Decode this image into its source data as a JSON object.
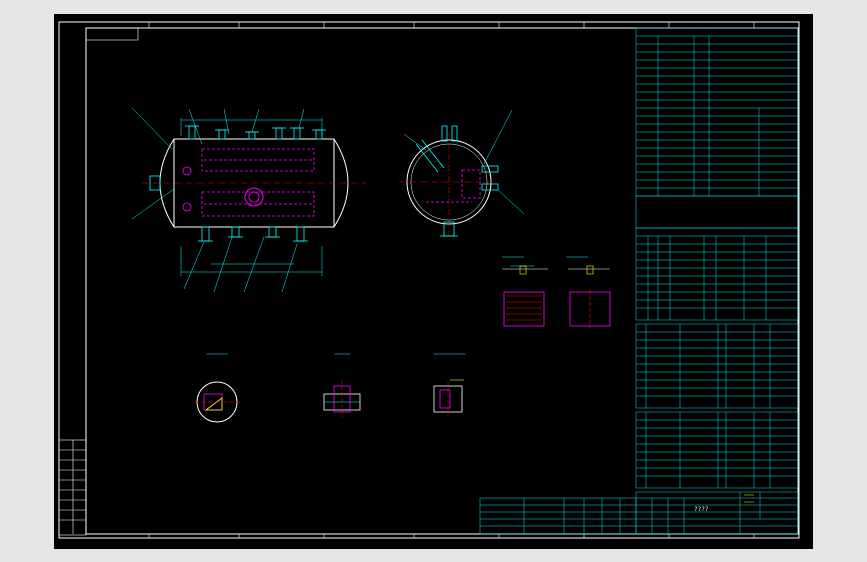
{
  "viewport": {
    "background": "#000000",
    "page_background": "#e6e6e6"
  },
  "colors": {
    "border": "#ffffff",
    "table_line": "#00e6e6",
    "text": "#00ff00",
    "vessel_outline": "#ffffff",
    "internal_parts": "#ff00ff",
    "nozzle": "#00ffff",
    "centerline": "#ff0000",
    "accent": "#ffff00"
  },
  "drawing": {
    "views": [
      {
        "id": "main-view",
        "icon": "vessel-elevation-icon"
      },
      {
        "id": "side-view",
        "icon": "vessel-end-view-icon"
      },
      {
        "id": "detail-a",
        "icon": "nozzle-detail-icon"
      },
      {
        "id": "detail-b",
        "icon": "flange-detail-icon"
      },
      {
        "id": "detail-c",
        "icon": "weld-detail-icon"
      },
      {
        "id": "detail-d",
        "icon": "support-detail-icon"
      },
      {
        "id": "detail-e",
        "icon": "support-detail-icon"
      },
      {
        "id": "detail-f",
        "icon": "weld-detail-icon"
      }
    ],
    "title_block": {
      "icon": "title-block-icon",
      "label": "????"
    }
  }
}
